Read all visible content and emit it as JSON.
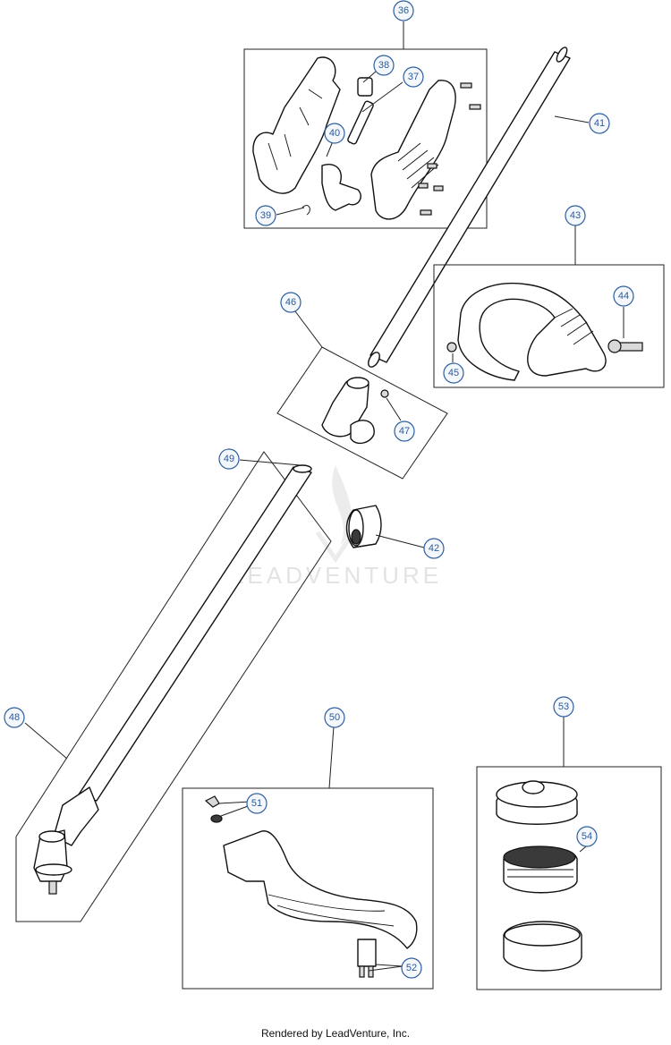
{
  "watermark": "LEADVENTURE",
  "footer": "Rendered by LeadVenture, Inc.",
  "callouts": {
    "c36": "36",
    "c37": "37",
    "c38": "38",
    "c39": "39",
    "c40": "40",
    "c41": "41",
    "c42": "42",
    "c43": "43",
    "c44": "44",
    "c45": "45",
    "c46": "46",
    "c47": "47",
    "c48": "48",
    "c49": "49",
    "c50": "50",
    "c51": "51",
    "c52": "52",
    "c53": "53",
    "c54": "54"
  },
  "colors": {
    "callout_fill": "#f4f8fd",
    "callout_stroke": "#2f5f9e",
    "callout_text": "#2a5a9a",
    "line": "#222222"
  }
}
